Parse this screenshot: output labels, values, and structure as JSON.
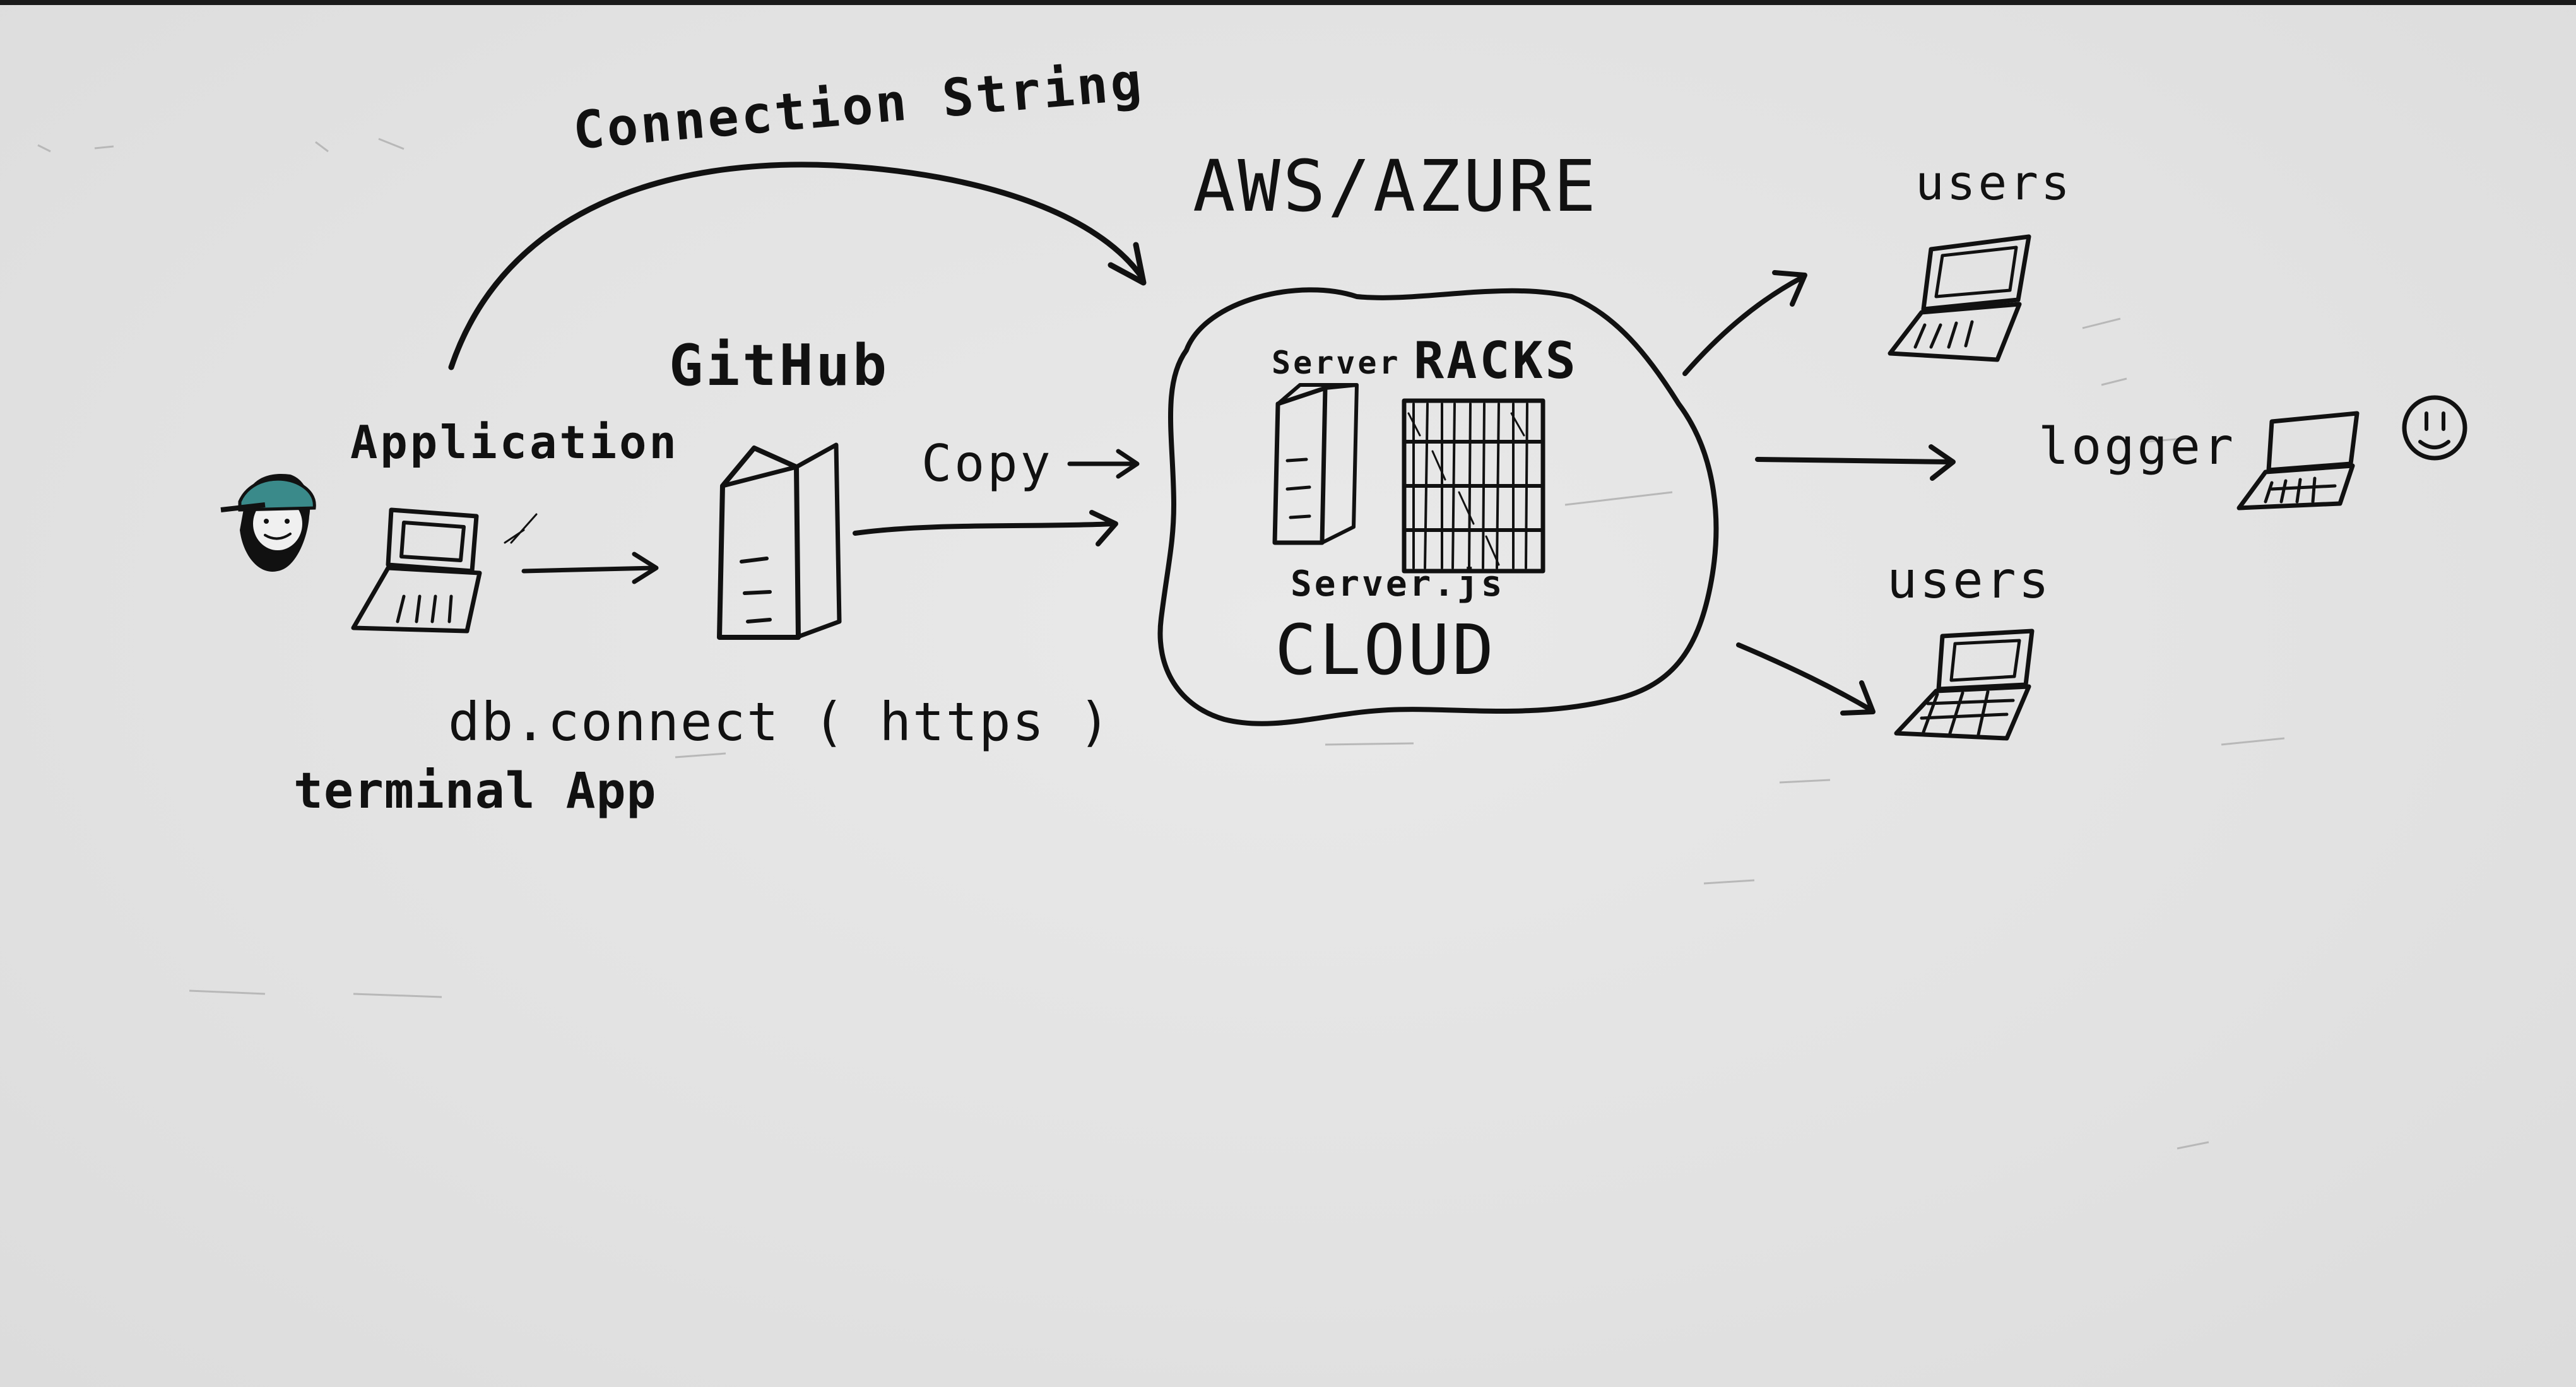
{
  "labels": {
    "connection_string": "Connection String",
    "aws_azure": "AWS/AZURE",
    "github": "GitHub",
    "application": "Application",
    "copy": "Copy",
    "server": "Server",
    "racks": "RACKS",
    "server_js": "Server.js",
    "cloud": "CLOUD",
    "db_connect": "db.connect ( https )",
    "terminal_app": "terminal App",
    "users_top": "users",
    "logger": "logger",
    "users_bottom": "users"
  },
  "colors": {
    "ink": "#111111",
    "board": "#e4e4e4",
    "cap": "#3a8a8a"
  }
}
